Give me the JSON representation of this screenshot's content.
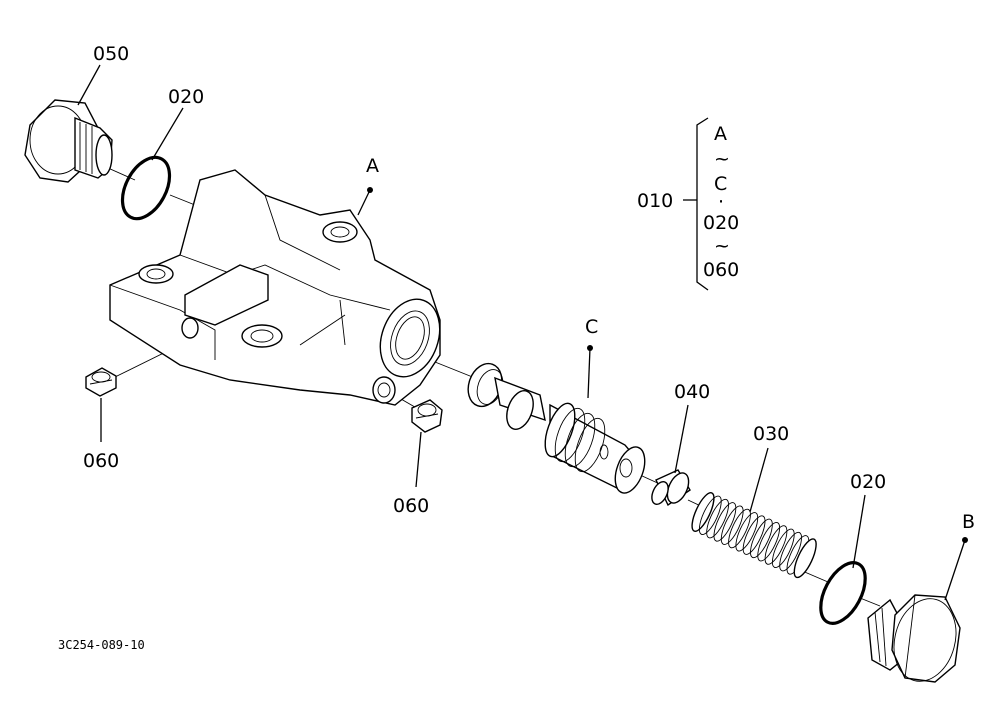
{
  "callouts": {
    "plug_050": "050",
    "oring_020_left": "020",
    "body_A": "A",
    "setscrew_060_left": "060",
    "setscrew_060_right": "060",
    "spool_C": "C",
    "collar_040": "040",
    "spring_030": "030",
    "oring_020_right": "020",
    "plug_B": "B"
  },
  "assembly": {
    "number": "010",
    "line1": "A",
    "tilde1": "~",
    "line2": "C",
    "dot": "·",
    "line3": "020",
    "tilde2": "~",
    "line4": "060"
  },
  "drawing_number": "3C254-089-10"
}
